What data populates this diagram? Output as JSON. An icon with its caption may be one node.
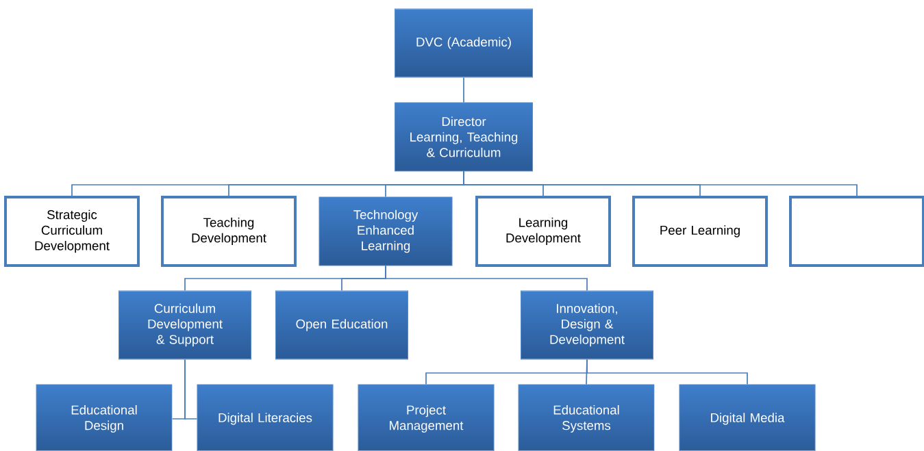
{
  "diagram": {
    "nodes": [
      {
        "text": [
          "DVC (Academic)"
        ]
      },
      {
        "text": [
          "Director",
          "Learning, Teaching & Curriculum"
        ]
      },
      {
        "text": [
          "Strategic Curriculum Development"
        ]
      },
      {
        "text": [
          "Teaching Development"
        ]
      },
      {
        "text": [
          "Technology Enhanced Learning"
        ]
      },
      {
        "text": [
          "Learning Development"
        ]
      },
      {
        "text": [
          "Peer Learning"
        ]
      },
      {
        "text": [],
        "shape": "box"
      },
      {
        "text": [
          "Curriculum Development & Support"
        ]
      },
      {
        "text": [
          "Open Education"
        ]
      },
      {
        "text": [
          "Innovation, Design & Development"
        ]
      },
      {
        "text": [
          "Educational Design"
        ]
      },
      {
        "text": [
          "Digital Literacies"
        ]
      },
      {
        "text": [
          "Project Management"
        ]
      },
      {
        "text": [
          "Educational Systems"
        ]
      },
      {
        "text": [
          "Digital Media"
        ]
      }
    ],
    "edges": [
      {
        "from": 0,
        "to": 1,
        "arrow": "none"
      },
      {
        "from": 1,
        "to": 2,
        "arrow": "none"
      },
      {
        "from": 1,
        "to": 3,
        "arrow": "none"
      },
      {
        "from": 1,
        "to": 4,
        "arrow": "none"
      },
      {
        "from": 1,
        "to": 5,
        "arrow": "none"
      },
      {
        "from": 1,
        "to": 6,
        "arrow": "none"
      },
      {
        "from": 1,
        "to": 7,
        "arrow": "none"
      },
      {
        "from": 4,
        "to": 8,
        "arrow": "none"
      },
      {
        "from": 4,
        "to": 9,
        "arrow": "none"
      },
      {
        "from": 4,
        "to": 10,
        "arrow": "none"
      },
      {
        "from": 8,
        "to": 11,
        "arrow": "none"
      },
      {
        "from": 8,
        "to": 12,
        "arrow": "none"
      },
      {
        "from": 10,
        "to": 13,
        "arrow": "none"
      },
      {
        "from": 10,
        "to": 14,
        "arrow": "none"
      },
      {
        "from": 10,
        "to": 15,
        "arrow": "none"
      }
    ]
  }
}
